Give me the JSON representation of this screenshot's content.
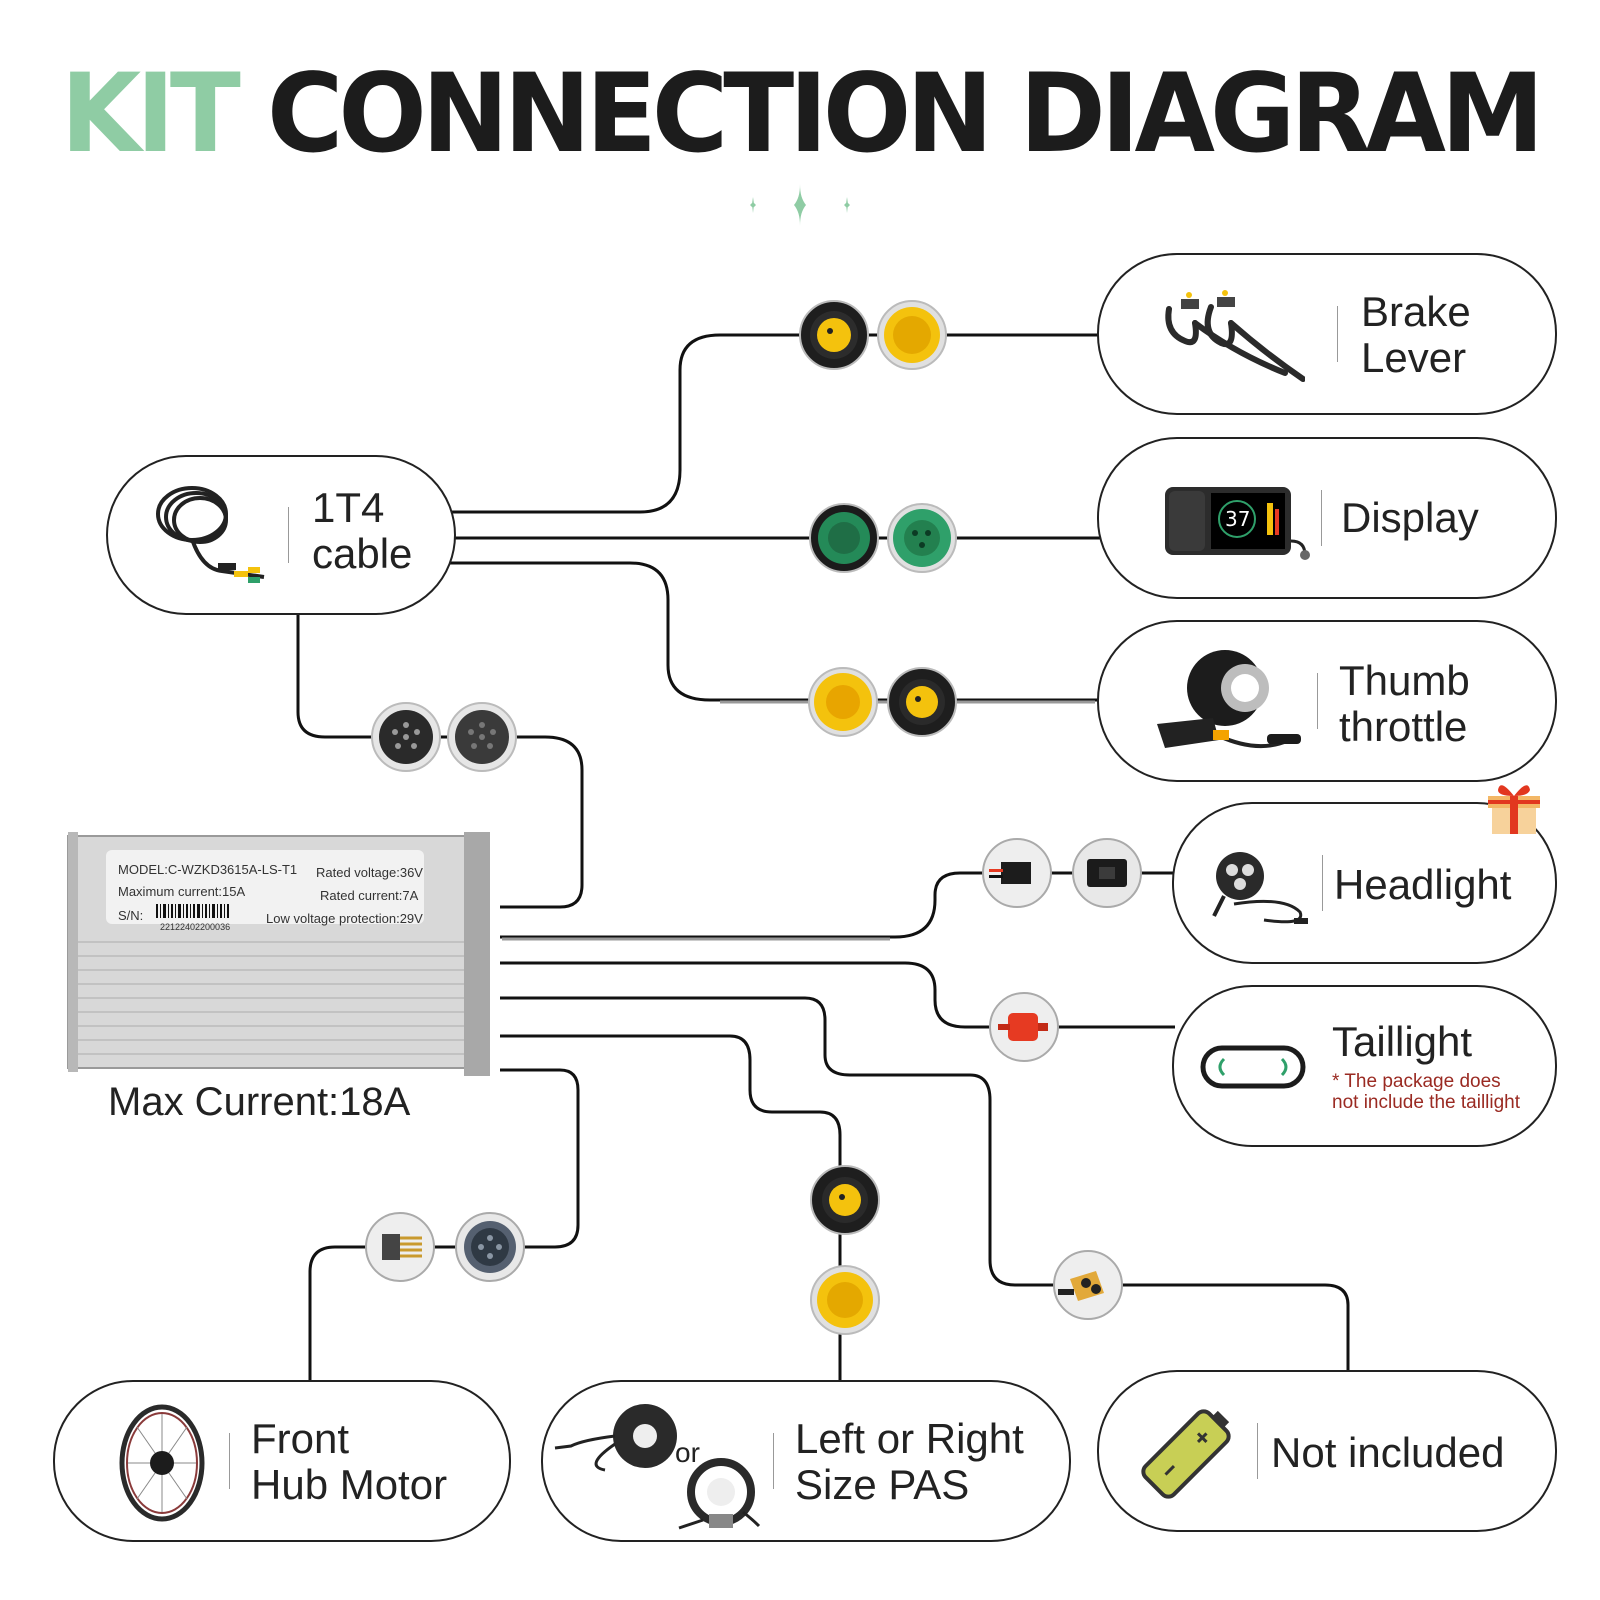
{
  "title": {
    "accent": "KIT",
    "main": "CONNECTION DIAGRAM"
  },
  "colors": {
    "accent": "#8fcca4",
    "text": "#1c1c1c",
    "note": "#9a2a22",
    "yellow": "#f4c20d",
    "green": "#2fa06a",
    "red": "#e63a22"
  },
  "components": {
    "cable": {
      "label": "1T4\ncable",
      "icon": "coiled-cable-icon"
    },
    "brake": {
      "label": "Brake\nLever",
      "icon": "brake-lever-icon",
      "connector": "yellow"
    },
    "display": {
      "label": "Display",
      "icon": "lcd-display-icon",
      "screen_value": "37",
      "connector": "green"
    },
    "throttle": {
      "label": "Thumb\nthrottle",
      "icon": "thumb-throttle-icon",
      "connector": "yellow"
    },
    "headlight": {
      "label": "Headlight",
      "icon": "headlight-icon",
      "badge": "gift-icon"
    },
    "taillight": {
      "label": "Taillight",
      "note": "* The package does\nnot include the taillight",
      "icon": "taillight-icon",
      "connector": "red"
    },
    "motor": {
      "label": "Front\nHub Motor",
      "icon": "wheel-icon"
    },
    "pas": {
      "label": "Left or Right\nSize PAS",
      "or_text": "or",
      "icon": "pas-sensor-icon",
      "connector": "yellow"
    },
    "battery": {
      "label": "Not included",
      "icon": "battery-icon"
    }
  },
  "controller": {
    "model": "MODEL:C-WZKD3615A-LS-T1",
    "rated_voltage": "Rated voltage:36V",
    "max_current_line": "Maximum current:15A",
    "rated_current": "Rated current:7A",
    "sn_label": "S/N:",
    "serial": "22122402200036",
    "low_voltage": "Low voltage protection:29V",
    "max_current_caption": "Max Current:18A"
  }
}
